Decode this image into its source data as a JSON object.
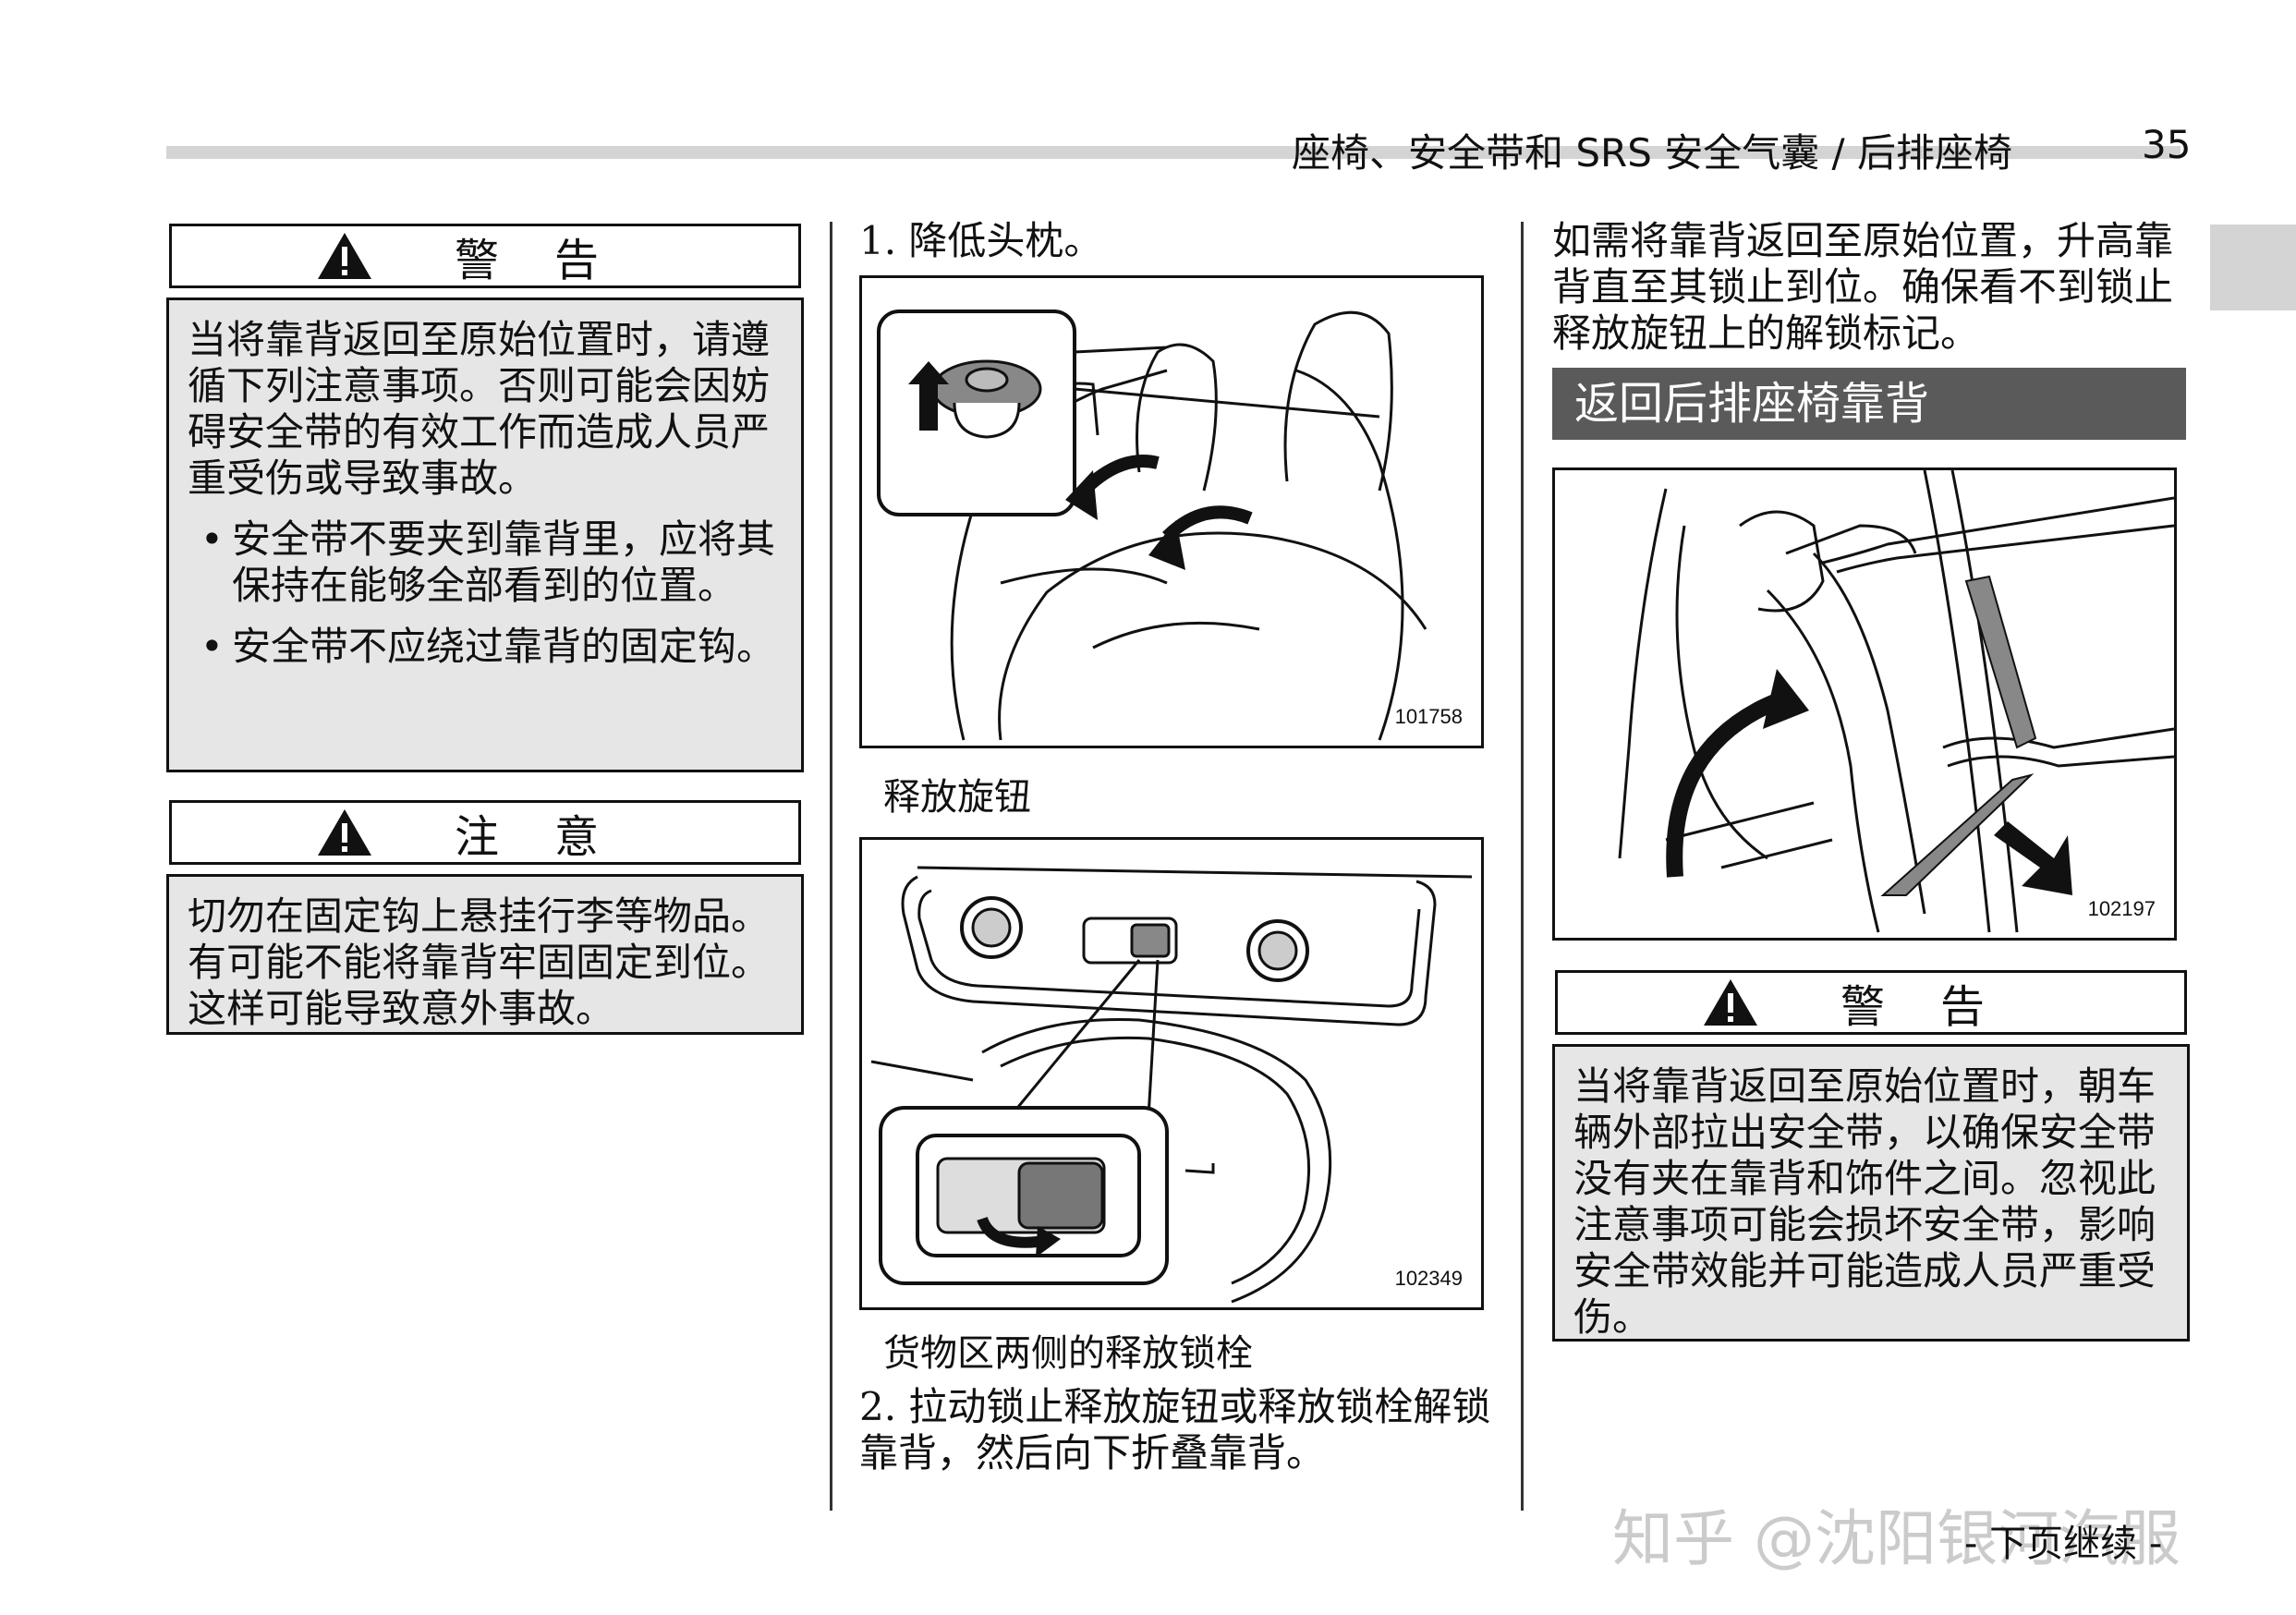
{
  "header": {
    "title": "座椅、安全带和 SRS 安全气囊 / 后排座椅",
    "page_number": "35"
  },
  "left_column": {
    "warning1": {
      "title": "警告",
      "paragraph": "当将靠背返回至原始位置时，请遵循下列注意事项。否则可能会因妨碍安全带的有效工作而造成人员严重受伤或导致事故。",
      "bullets": [
        "安全带不要夹到靠背里，应将其保持在能够全部看到的位置。",
        "安全带不应绕过靠背的固定钩。"
      ]
    },
    "caution": {
      "title": "注意",
      "paragraph": "切勿在固定钩上悬挂行李等物品。有可能不能将靠背牢固固定到位。这样可能导致意外事故。"
    }
  },
  "middle_column": {
    "step1": "1. 降低头枕。",
    "figure1_id": "101758",
    "caption1": "释放旋钮",
    "figure2_id": "102349",
    "caption2": "货物区两侧的释放锁栓",
    "step2": "2. 拉动锁止释放旋钮或释放锁栓解锁靠背，然后向下折叠靠背。"
  },
  "right_column": {
    "intro": "如需将靠背返回至原始位置，升高靠背直至其锁止到位。确保看不到锁止释放旋钮上的解锁标记。",
    "section_heading": "返回后排座椅靠背",
    "figure3_id": "102197",
    "warning2": {
      "title": "警告",
      "paragraph": "当将靠背返回至原始位置时，朝车辆外部拉出安全带，以确保安全带没有夹在靠背和饰件之间。忽视此注意事项可能会损坏安全带，影响安全带效能并可能造成人员严重受伤。"
    }
  },
  "footer": {
    "watermark": "知乎 @沈阳银河汽服",
    "continue": "- 下页继续 -"
  }
}
